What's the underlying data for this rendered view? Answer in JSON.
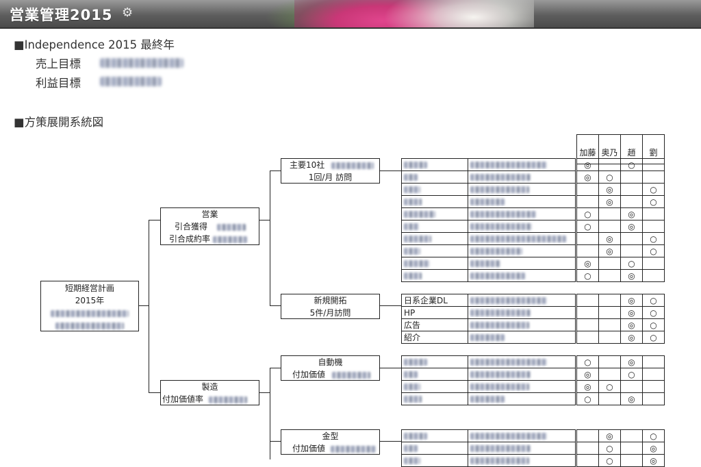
{
  "header": {
    "title": "営業管理2015",
    "gear_icon": "gear-icon"
  },
  "goal": {
    "heading": "■Independence 2015 最終年",
    "sales_label": "売上目標",
    "profit_label": "利益目標"
  },
  "tree": {
    "heading": "■方策展開系統図",
    "root": {
      "line1": "短期経営計画",
      "line2": "2015年"
    },
    "sales": {
      "title": "営業",
      "line1": "引合獲得",
      "line2": "引合成約率"
    },
    "mfg": {
      "title": "製造",
      "line1": "付加価値率"
    },
    "key10": {
      "line1": "主要10社",
      "line2": "1回/月  訪問"
    },
    "newdev": {
      "title": "新規開拓",
      "line2": "5件/月訪問"
    },
    "auto": {
      "title": "自動機",
      "line1": "付加価値"
    },
    "mold": {
      "title": "金型",
      "line1": "付加価値"
    }
  },
  "members": [
    "加藤",
    "奥乃",
    "趙",
    "劉"
  ],
  "key10_rows": [
    [
      "◎",
      "",
      "○",
      ""
    ],
    [
      "◎",
      "○",
      "",
      ""
    ],
    [
      "",
      "◎",
      "",
      "○"
    ],
    [
      "",
      "◎",
      "",
      "○"
    ],
    [
      "○",
      "",
      "◎",
      ""
    ],
    [
      "○",
      "",
      "◎",
      ""
    ],
    [
      "",
      "◎",
      "",
      "○"
    ],
    [
      "",
      "◎",
      "",
      "○"
    ],
    [
      "◎",
      "",
      "○",
      ""
    ],
    [
      "○",
      "",
      "◎",
      ""
    ]
  ],
  "newdev_rows": [
    {
      "label": "日系企業DL",
      "marks": [
        "",
        "",
        "◎",
        "○"
      ]
    },
    {
      "label": "HP",
      "marks": [
        "",
        "",
        "◎",
        "○"
      ]
    },
    {
      "label": "広告",
      "marks": [
        "",
        "",
        "◎",
        "○"
      ]
    },
    {
      "label": "紹介",
      "marks": [
        "",
        "",
        "◎",
        "○"
      ]
    }
  ],
  "auto_rows": [
    [
      "○",
      "",
      "◎",
      ""
    ],
    [
      "◎",
      "",
      "○",
      ""
    ],
    [
      "◎",
      "○",
      "",
      ""
    ],
    [
      "○",
      "",
      "◎",
      ""
    ]
  ],
  "mold_rows": [
    [
      "",
      "◎",
      "",
      "○"
    ],
    [
      "",
      "○",
      "",
      "◎"
    ],
    [
      "",
      "○",
      "",
      "◎"
    ]
  ]
}
